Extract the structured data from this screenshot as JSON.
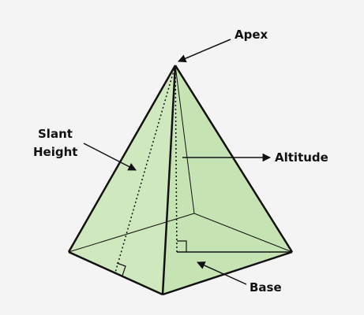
{
  "labels": {
    "apex": "Apex",
    "slant_height_line1": "Slant",
    "slant_height_line2": "Height",
    "altitude": "Altitude",
    "base": "Base"
  },
  "colors": {
    "background": "#f4f4f4",
    "face_fill": "#cfe8be",
    "front_face_fill": "#c6e3b3",
    "stroke": "#111111"
  }
}
